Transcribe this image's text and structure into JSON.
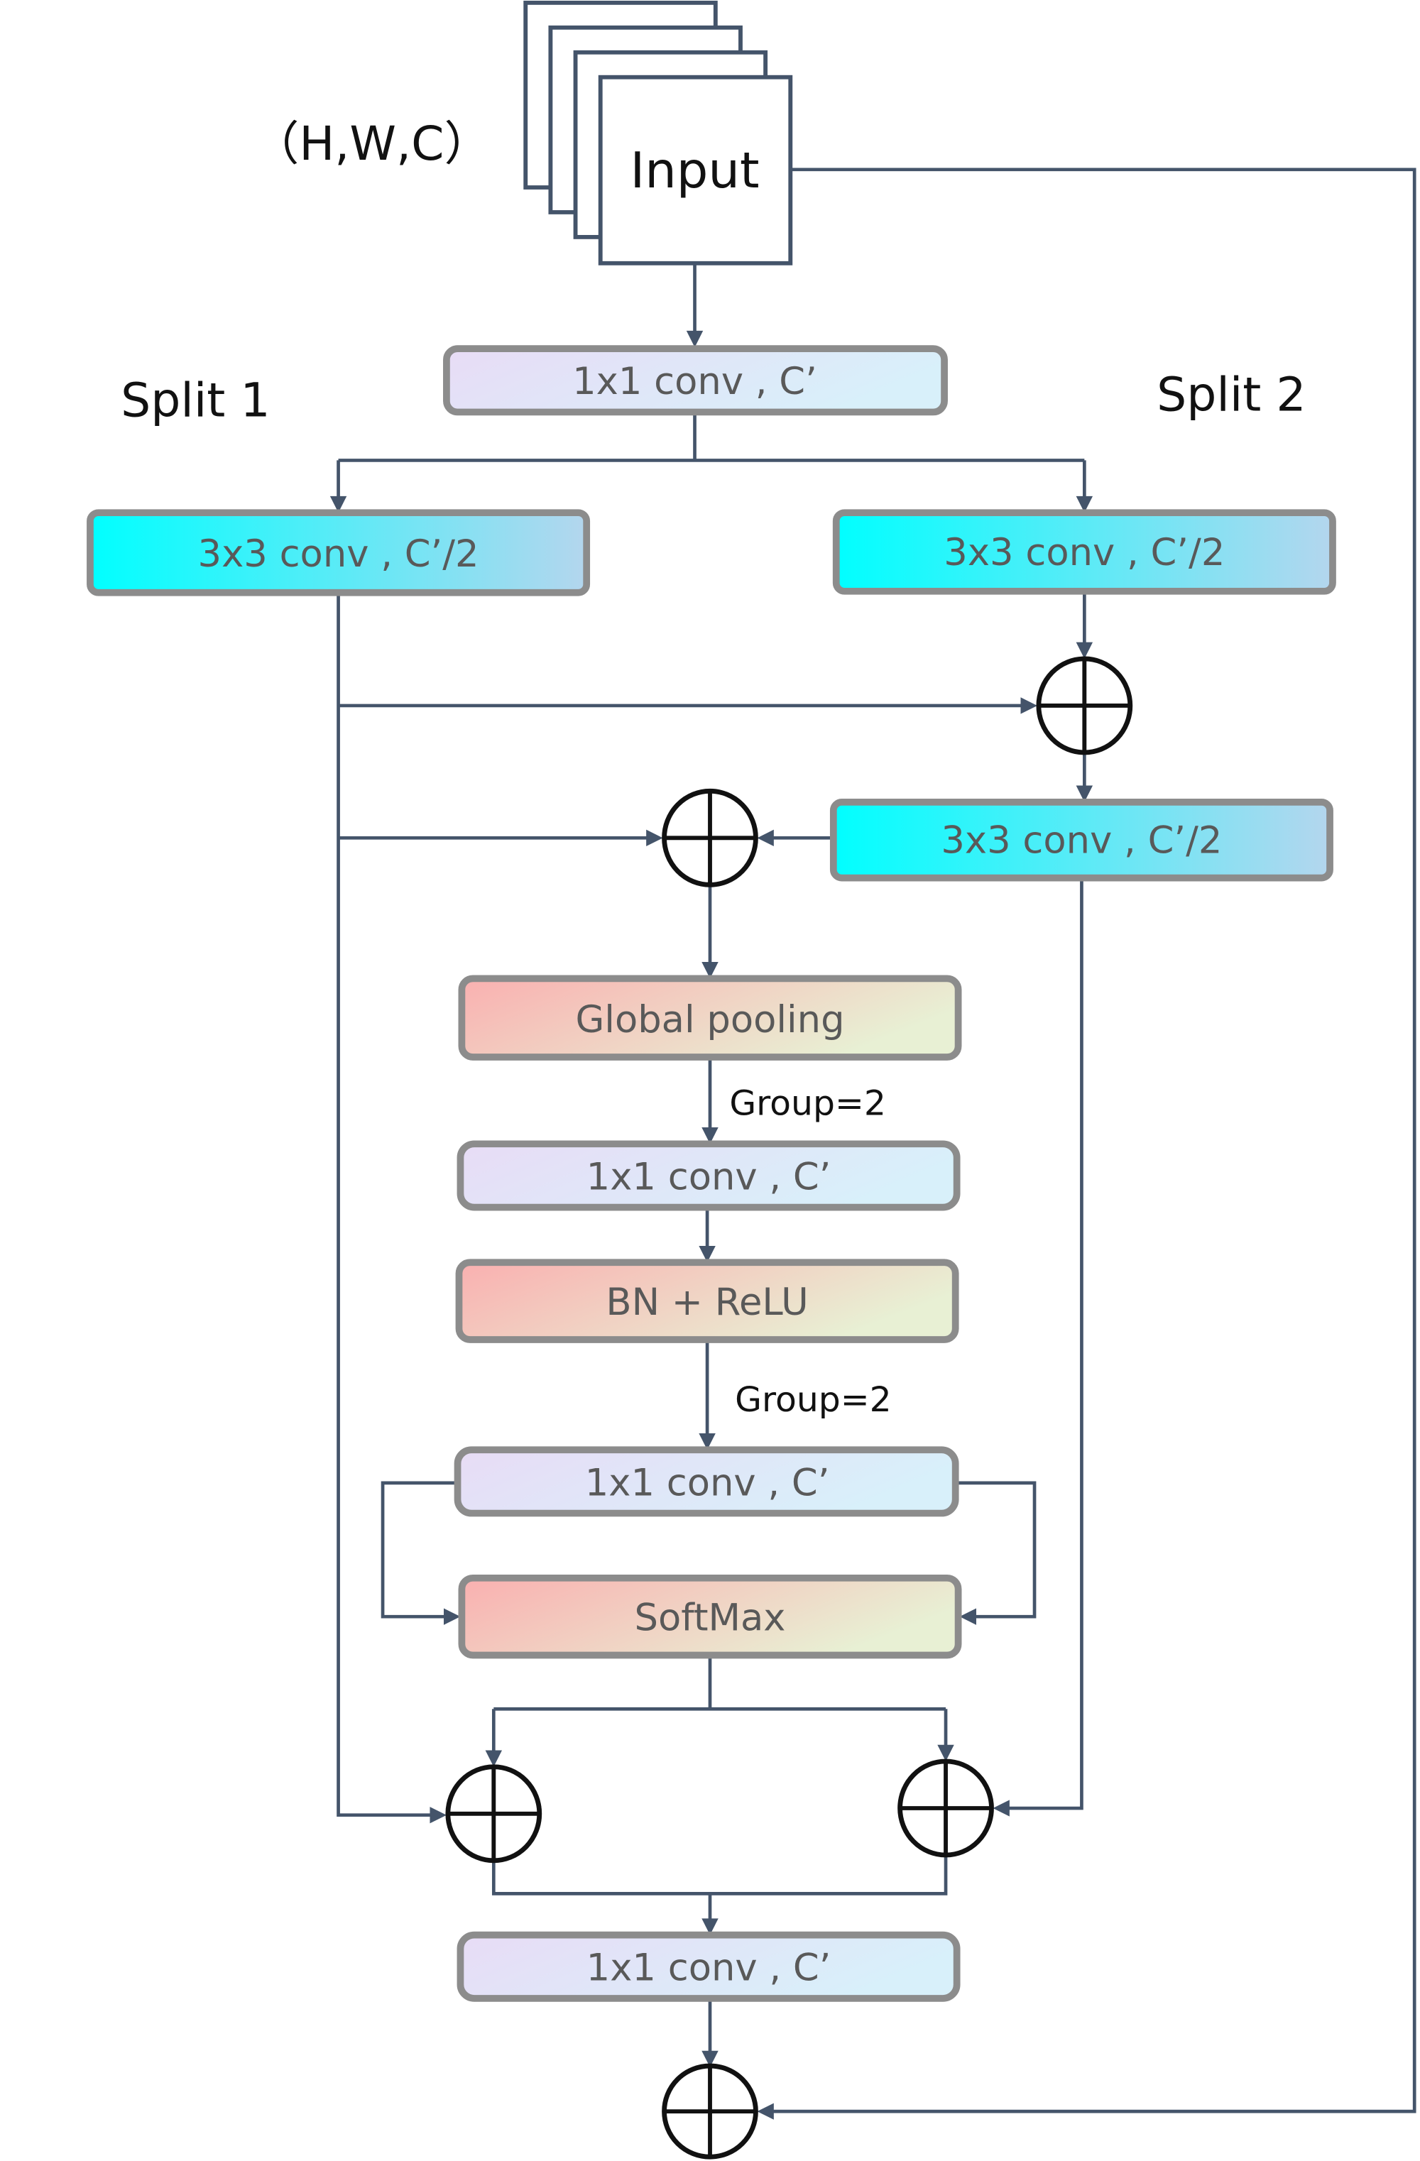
{
  "diagram": {
    "input_shape_label": "（H,W,C）",
    "input_label": "Input",
    "split1_label": "Split 1",
    "split2_label": "Split 2",
    "nodes": {
      "conv1x1_top": "1x1 conv , C’",
      "conv3x3_split1": "3x3  conv , C’/2",
      "conv3x3_split2_a": "3x3  conv , C’/2",
      "conv3x3_split2_b": "3x3  conv , C’/2",
      "global_pooling": "Global pooling",
      "conv1x1_mid": "1x1 conv , C’",
      "bn_relu": "BN + ReLU",
      "conv1x1_attn": "1x1 conv , C’",
      "softmax": "SoftMax",
      "conv1x1_out": "1x1 conv , C’"
    },
    "edge_labels": {
      "group_1": "Group=2",
      "group_2": "Group=2"
    },
    "operators": {
      "add_symbol": "element-wise sum"
    },
    "colors": {
      "cyan_start": "#00ffff",
      "cyan_end": "#b4d6ee",
      "lavender_start": "#e8dcf6",
      "lavender_end": "#d8f0fa",
      "salmon_start": "#fab0b0",
      "salmon_end": "#e8f0d4",
      "line": "#44546a"
    }
  }
}
